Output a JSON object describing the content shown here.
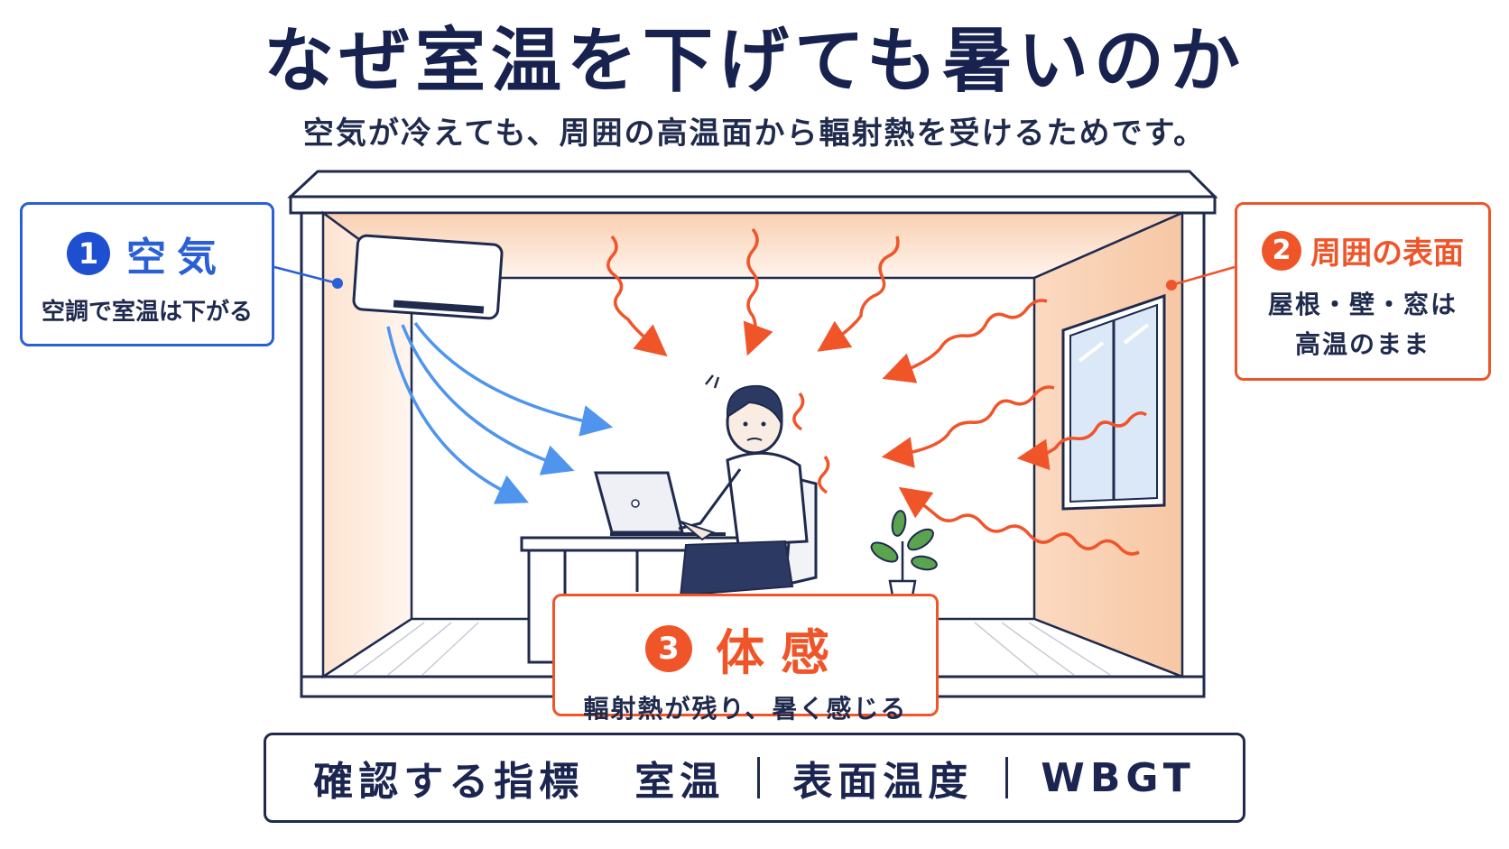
{
  "title": "なぜ室温を下げても暑いのか",
  "subtitle": "空気が冷えても、周囲の高温面から輻射熱を受けるためです。",
  "callouts": [
    {
      "number": "1",
      "heading": "空気",
      "body": "空調で室温は下がる"
    },
    {
      "number": "2",
      "heading": "周囲の表面",
      "body_lines": [
        "屋根・壁・窓は",
        "高温のまま"
      ]
    },
    {
      "number": "3",
      "heading": "体感",
      "body": "輻射熱が残り、暑く感じる"
    }
  ],
  "metrics": {
    "label": "確認する指標",
    "items": [
      "室温",
      "表面温度",
      "WBGT"
    ]
  },
  "colors": {
    "navy": "#1b2550",
    "air_blue": "#2a5fd6",
    "heat_orange": "#f0552a",
    "wall_peach": "#fad6bd"
  },
  "icons": [
    "air-conditioner-icon",
    "window-icon",
    "person-icon",
    "laptop-icon",
    "plant-icon",
    "heat-wave-icon",
    "cool-airflow-icon"
  ]
}
